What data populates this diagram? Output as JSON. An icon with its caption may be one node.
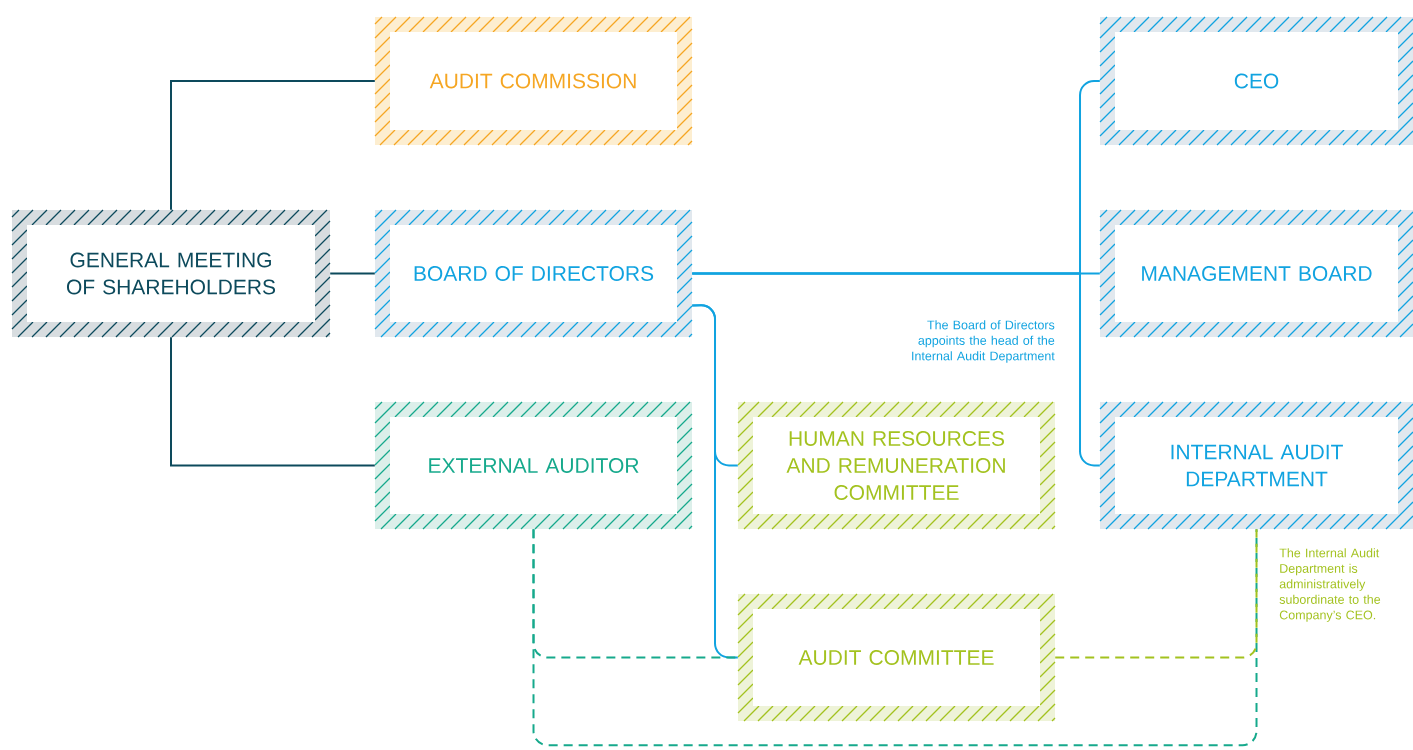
{
  "diagram": {
    "nodes": [
      {
        "text": [
          "GENERAL MEETING OF SHAREHOLDERS"
        ]
      },
      {
        "text": [
          "AUDIT COMMISSION"
        ]
      },
      {
        "text": [
          "BOARD OF DIRECTORS"
        ]
      },
      {
        "text": [
          "EXTERNAL AUDITOR"
        ]
      },
      {
        "text": [
          "CEO"
        ]
      },
      {
        "text": [
          "MANAGEMENT BOARD"
        ]
      },
      {
        "text": [
          "INTERNAL AUDIT DEPARTMENT"
        ]
      },
      {
        "text": [
          "HUMAN RESOURCES AND REMUNERATION COMMITTEE"
        ]
      },
      {
        "text": [
          "AUDIT COMMITTEE"
        ]
      }
    ],
    "edges": [
      {
        "from": 0,
        "to": 1,
        "arrow": "none",
        "color": "#0d4a5c"
      },
      {
        "from": 0,
        "to": 2,
        "arrow": "none",
        "color": "#0d4a5c"
      },
      {
        "from": 0,
        "to": 3,
        "arrow": "none",
        "color": "#0d4a5c"
      },
      {
        "from": 2,
        "to": 4,
        "arrow": "none",
        "color": "#11a3e0"
      },
      {
        "from": 2,
        "to": 5,
        "arrow": "none",
        "color": "#11a3e0"
      },
      {
        "from": 2,
        "to": 6,
        "arrow": "none",
        "color": "#11a3e0"
      },
      {
        "from": 2,
        "to": 7,
        "arrow": "none",
        "color": "#11a3e0"
      },
      {
        "from": 2,
        "to": 8,
        "arrow": "none",
        "color": "#11a3e0"
      },
      {
        "from": 3,
        "to": 8,
        "arrow": "none",
        "style": "dashed",
        "color": "#16a98c"
      },
      {
        "from": 3,
        "to": 6,
        "arrow": "none",
        "style": "dashed",
        "color": "#16a98c"
      },
      {
        "from": 8,
        "to": 6,
        "arrow": "none",
        "style": "dashed",
        "color": "#a3c21f"
      }
    ],
    "labels": [
      "The Board of Directors appoints the head of the Internal Audit Department",
      "The Internal Audit Department is administratively subordinate to the Company’s CEO."
    ]
  }
}
